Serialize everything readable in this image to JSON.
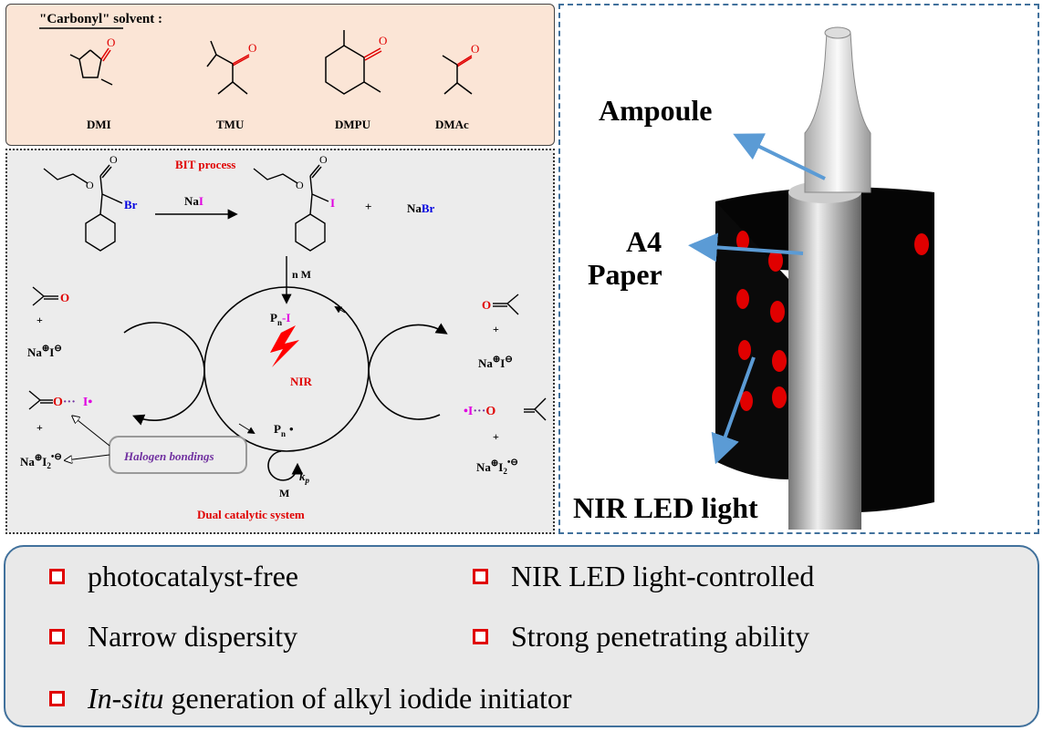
{
  "solvent_panel": {
    "title": "\"Carbonyl\" solvent :",
    "solvents": [
      {
        "abbr": "DMI"
      },
      {
        "abbr": "TMU"
      },
      {
        "abbr": "DMPU"
      },
      {
        "abbr": "DMAc"
      }
    ]
  },
  "bit_panel": {
    "process_label": "BIT process",
    "reagent": {
      "na": "Na",
      "i": "I"
    },
    "substituent_br": "Br",
    "substituent_i": "I",
    "plus": "+",
    "nabr": {
      "na": "Na",
      "br": "Br"
    },
    "n_m": "n M",
    "pn_i": {
      "p": "P",
      "n": "n",
      "dash": "-",
      "i": "I"
    },
    "pn_radical": {
      "p": "P",
      "n": "n",
      "dot": "•"
    },
    "nir": "NIR",
    "m_label": "M",
    "kp": {
      "k": "k",
      "p": "p"
    },
    "halogen_bondings": "Halogen bondings",
    "dual_catalytic": "Dual catalytic system",
    "o": "O",
    "i_radical": "I•",
    "dots": "···",
    "na_i_minus": {
      "na": "Na",
      "plus_sign": "⊕",
      "i": "I",
      "minus_sign": "⊖"
    },
    "na_i2_minus": {
      "na": "Na",
      "plus_sign": "⊕",
      "i": "I",
      "sub": "2",
      "dot": "•",
      "minus_sign": "⊖"
    }
  },
  "photo_panel": {
    "labels": {
      "ampoule": "Ampoule",
      "paper_line1": "A4",
      "paper_line2": "Paper",
      "led": "NIR LED light"
    }
  },
  "features": [
    {
      "text": "photocatalyst-free"
    },
    {
      "text": "NIR LED light-controlled"
    },
    {
      "text": "Narrow dispersity"
    },
    {
      "text": "Strong penetrating ability"
    },
    {
      "italic": "In-situ",
      "text": " generation of alkyl iodide initiator"
    }
  ],
  "colors": {
    "red": "#e00000",
    "blue": "#0000e0",
    "magenta": "#e000e0",
    "purple": "#7030a0",
    "arrow_blue": "#5b9bd5"
  }
}
